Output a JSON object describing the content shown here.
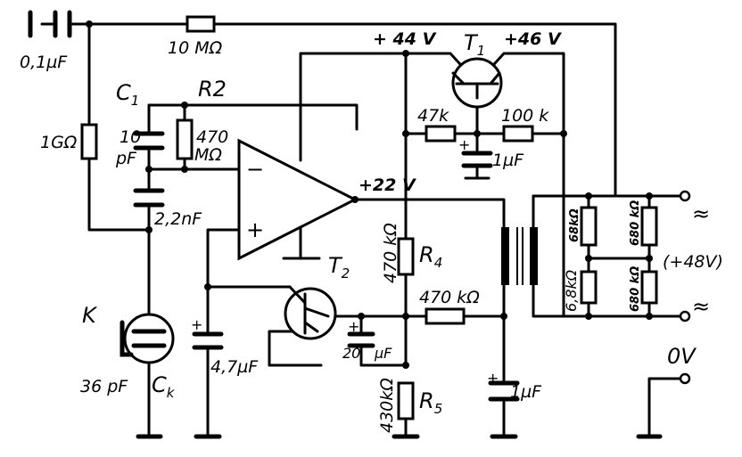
{
  "labels": {
    "c_in": "0,1µF",
    "r_top": "10 MΩ",
    "r_1g": "1GΩ",
    "c1": "C",
    "c1_sub": "1",
    "c1_val_a": "10",
    "c1_val_b": "pF",
    "r2": "R2",
    "r2_val_a": "470",
    "r2_val_b": "MΩ",
    "c_22": "2,2nF",
    "k": "K",
    "ck_val": "36 pF",
    "ck": "C",
    "ck_sub": "k",
    "opamp_minus": "−",
    "opamp_plus": "+",
    "v22": "+22 V",
    "v44": "+ 44 V",
    "v46": "+46 V",
    "t1": "T",
    "t1_sub": "1",
    "r47k": "47k",
    "r100k": "100 k",
    "c1uf_top": "1µF",
    "r4_val": "470 kΩ",
    "r4": "R",
    "r4_sub": "4",
    "t2": "T",
    "t2_sub": "2",
    "c47": "4,7µF",
    "r470k": "470 kΩ",
    "c20": "20",
    "c20_unit": "µF",
    "r5_val": "430kΩ",
    "r5": "R",
    "r5_sub": "5",
    "c1uf_bot": "1µF",
    "r68k": "68kΩ",
    "r68k_2": "6,8kΩ",
    "r680k": "680 kΩ",
    "r680k_2": "680 kΩ",
    "v48": "(+48V)",
    "tilde_top": "≈",
    "tilde_bot": "≈",
    "v0": "0V"
  }
}
